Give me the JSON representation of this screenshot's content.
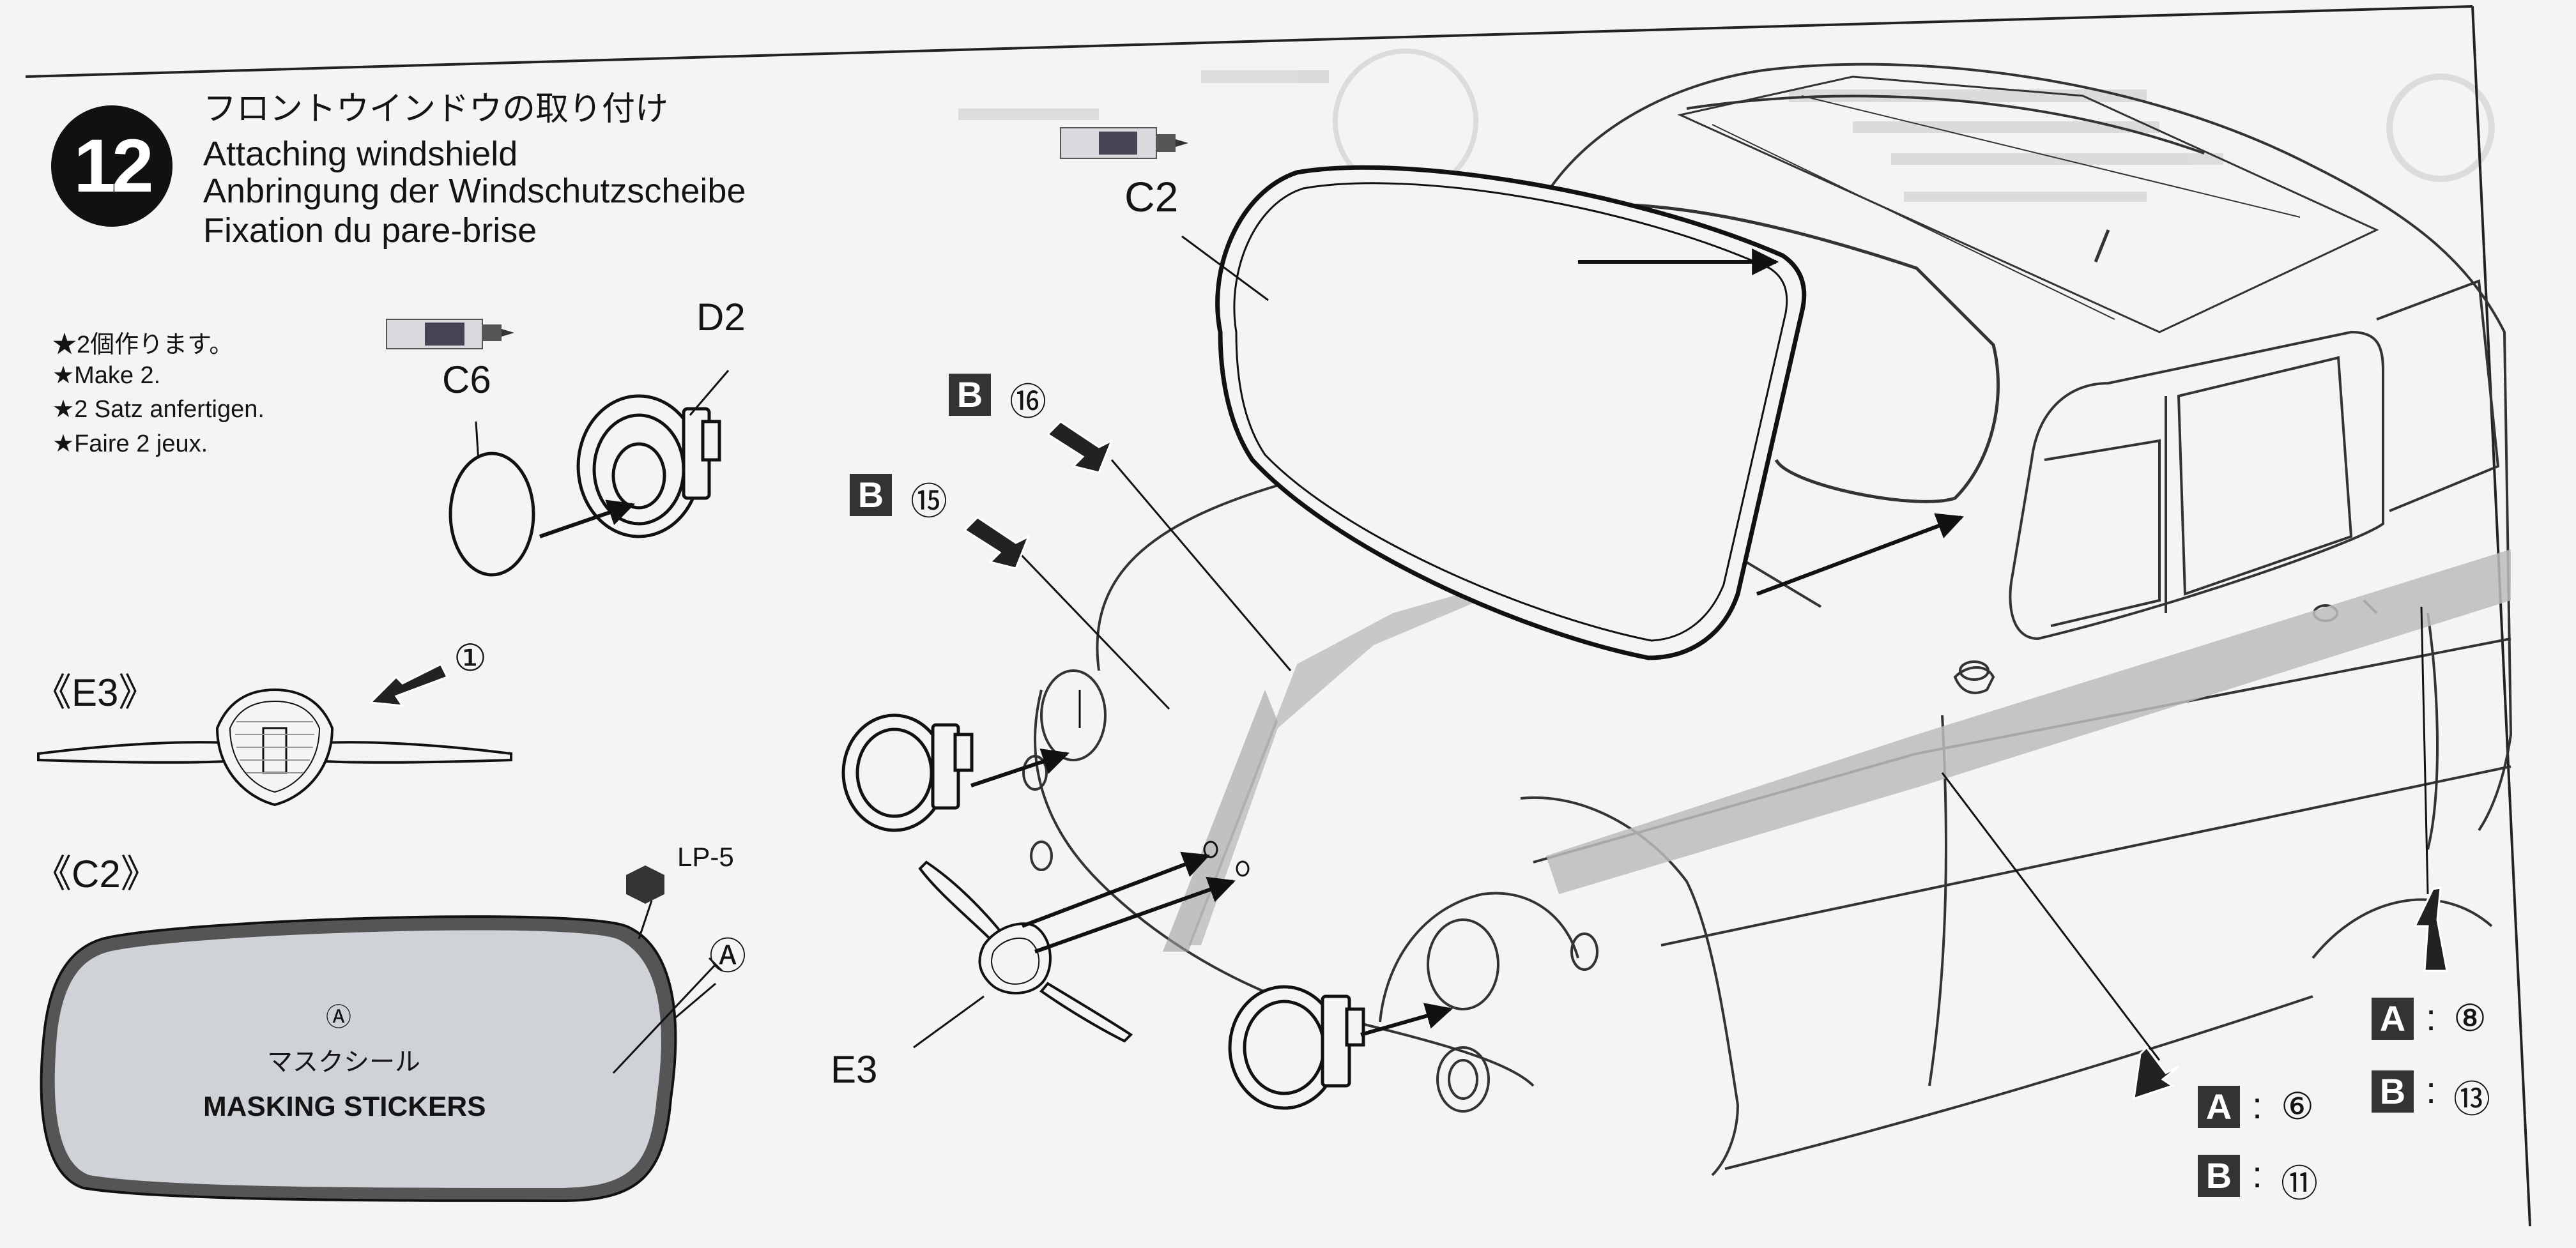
{
  "step": {
    "number": "12",
    "title_jp": "フロントウインドウの取り付け",
    "title_en": "Attaching windshield",
    "title_de": "Anbringung der Windschutzscheibe",
    "title_fr": "Fixation du pare-brise"
  },
  "make_notes": [
    "★2個作ります。",
    "★Make 2.",
    "★2 Satz anfertigen.",
    "★Faire 2 jeux."
  ],
  "parts": {
    "c6": "C6",
    "d2": "D2",
    "c2_top": "C2",
    "e3_left": "《E3》",
    "c2_left": "《C2》",
    "e3_bottom": "E3",
    "lp5": "LP-5"
  },
  "callouts": {
    "e3_arrow_num": "①",
    "b16": {
      "box": "B",
      "num": "⑯"
    },
    "b15": {
      "box": "B",
      "num": "⑮"
    },
    "circle_a_mask": "Ⓐ",
    "circle_a_label": "Ⓐ"
  },
  "masking": {
    "label_jp": "マスクシール",
    "label_en": "MASKING STICKERS"
  },
  "marking_refs": [
    {
      "box": "A",
      "sep": ":",
      "num": "⑥"
    },
    {
      "box": "B",
      "sep": ":",
      "num": "⑪"
    },
    {
      "box": "A",
      "sep": ":",
      "num": "⑧"
    },
    {
      "box": "B",
      "sep": ":",
      "num": "⑬"
    }
  ],
  "colors": {
    "paper": "#f4f4f6",
    "ink": "#141414",
    "stripe_gray": "#b9b9bd",
    "mask_fill": "#cfd3d8"
  },
  "icons": [
    "cement-tube-icon",
    "lp5-paint-icon",
    "arrow-icon"
  ]
}
